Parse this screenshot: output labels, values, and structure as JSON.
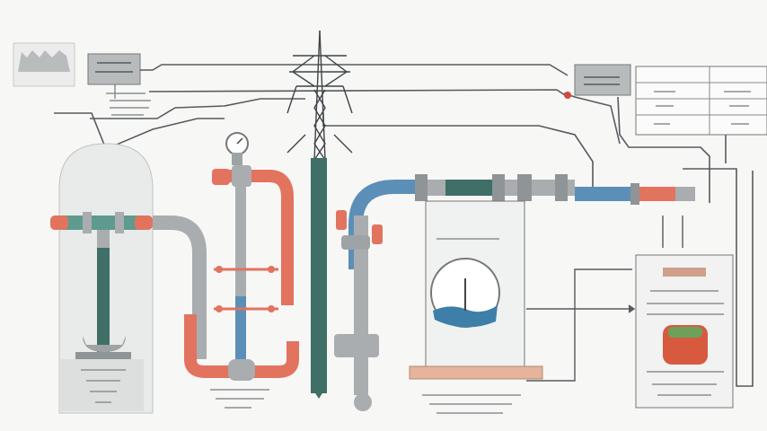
{
  "diagram": {
    "title": "",
    "labels": [],
    "colors": {
      "background": "#f7f7f5",
      "hot_pipe": "#e2735f",
      "cold_pipe": "#5c8fb8",
      "teal_pipe": "#5f9a8f",
      "grey_pipe": "#a9adaf",
      "dark_pipe": "#3f6f66",
      "panel": "#eeeeee",
      "line": "#555b60"
    },
    "components": [
      "factory-thumbnail",
      "control-box-left",
      "transmission-tower",
      "control-box-right",
      "legend-table",
      "left-collection-tank",
      "hot-cold-riser-loop",
      "pressure-gauge",
      "central-pipe-tower",
      "flow-meter-tank",
      "heat-exchanger-panel"
    ]
  }
}
